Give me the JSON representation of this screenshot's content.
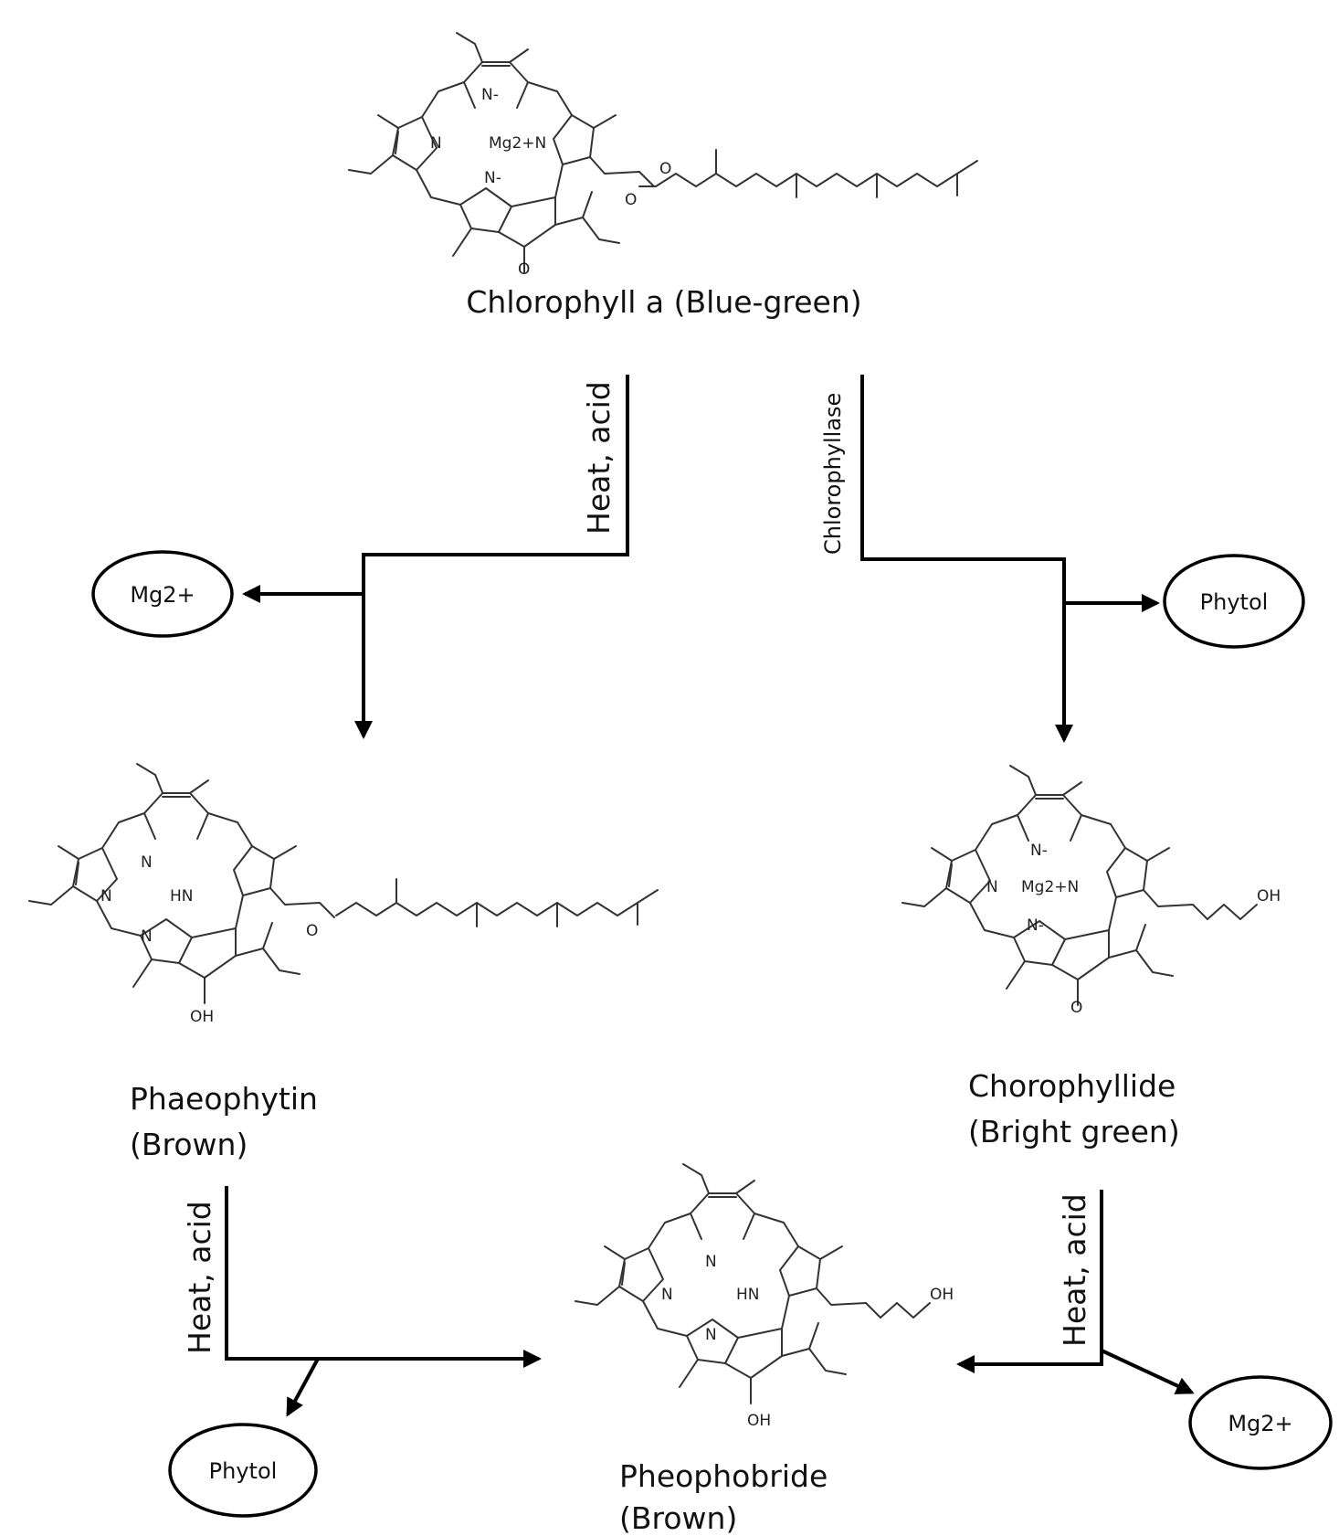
{
  "compounds": {
    "chlorophyll_a": "Chlorophyll a (Blue-green)",
    "phaeophytin": [
      "Phaeophytin",
      "(Brown)"
    ],
    "chlorophyllide": [
      "Chorophyllide",
      "(Bright green)"
    ],
    "pheophobride": [
      "Pheophobride",
      "(Brown)"
    ]
  },
  "reactions": {
    "top_left": "Heat, acid",
    "top_right": "Chlorophyllase",
    "bottom_left": "Heat, acid",
    "bottom_right": "Heat, acid"
  },
  "byproducts": {
    "top_left": "Mg2+",
    "top_right": "Phytol",
    "bottom_left": "Phytol",
    "bottom_right": "Mg2+"
  },
  "atom_labels": {
    "n_minus": "N-",
    "n": "N",
    "mg_n": "Mg2+N",
    "hn": "HN",
    "o": "O",
    "oh": "OH"
  }
}
